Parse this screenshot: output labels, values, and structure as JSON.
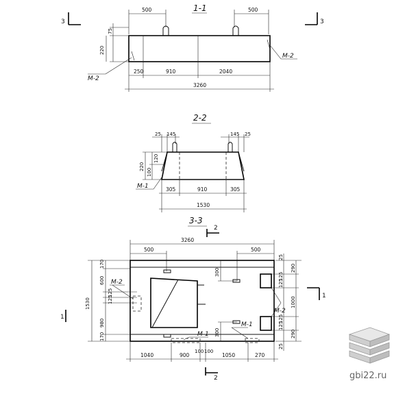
{
  "sections": {
    "s1": {
      "title": "1-1",
      "marker_left": "3",
      "marker_right": "3"
    },
    "s2": {
      "title": "2-2"
    },
    "s3": {
      "title": "3-3",
      "marker_top": "2",
      "marker_bottom": "2",
      "marker_left": "1",
      "marker_right": "1"
    }
  },
  "s1_dims": {
    "top_left": "500",
    "top_right": "500",
    "h1": "75",
    "h2": "220",
    "b1": "250",
    "b2": "910",
    "b3": "2040",
    "total": "3260",
    "m_left": "M-2",
    "m_right": "M-2"
  },
  "s2_dims": {
    "t1": "25",
    "t2": "145",
    "t3": "145",
    "t4": "25",
    "h1": "220",
    "h2": "100",
    "h3": "120",
    "b1": "305",
    "b2": "910",
    "b3": "305",
    "total": "1530",
    "m_left": "M-1"
  },
  "s3_dims": {
    "top_total": "3260",
    "top_left": "500",
    "top_right": "500",
    "left_total": "1530",
    "l1": "170",
    "l2": "600",
    "l3": "125",
    "l4": "125",
    "l5": "980",
    "l6": "170",
    "r1": "25",
    "r2": "290",
    "r3": "125",
    "r4": "125",
    "r5": "1000",
    "r6": "125",
    "r7": "125",
    "r8": "290",
    "r9": "25",
    "mid1": "300",
    "mid2": "300",
    "b1": "1040",
    "b2": "900",
    "b3": "100",
    "b4": "100",
    "b5": "1050",
    "b6": "270",
    "m2_left": "M-2",
    "m2_right": "M-2",
    "m1_mid": "M-1",
    "m1_bottom": "M-1"
  },
  "watermark": {
    "text": "gbi22.ru"
  }
}
